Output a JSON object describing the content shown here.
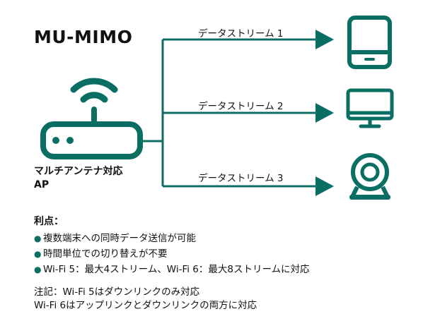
{
  "title": "MU-MIMO",
  "ap": {
    "label_line1": "マルチアンテナ対応",
    "label_line2": "AP"
  },
  "streams": [
    {
      "label": "データストリーム 1",
      "device_icon": "tablet-icon"
    },
    {
      "label": "データストリーム 2",
      "device_icon": "desktop-monitor-icon"
    },
    {
      "label": "データストリーム 3",
      "device_icon": "webcam-icon"
    }
  ],
  "benefits": {
    "heading": "利点：",
    "items": [
      "複数端末への同時データ送信が可能",
      "時間単位での切り替えが不要",
      "Wi-Fi 5：最大4ストリーム、Wi-Fi 6：最大8ストリームに対応"
    ]
  },
  "notes": [
    "注記：Wi-Fi 5はダウンリンクのみ対応",
    "Wi-Fi 6はアップリンクとダウンリンクの両方に対応"
  ],
  "colors": {
    "accent": "#0b6e63"
  },
  "icons": [
    "router-icon",
    "wifi-signal-icon",
    "tablet-icon",
    "desktop-monitor-icon",
    "webcam-icon"
  ]
}
